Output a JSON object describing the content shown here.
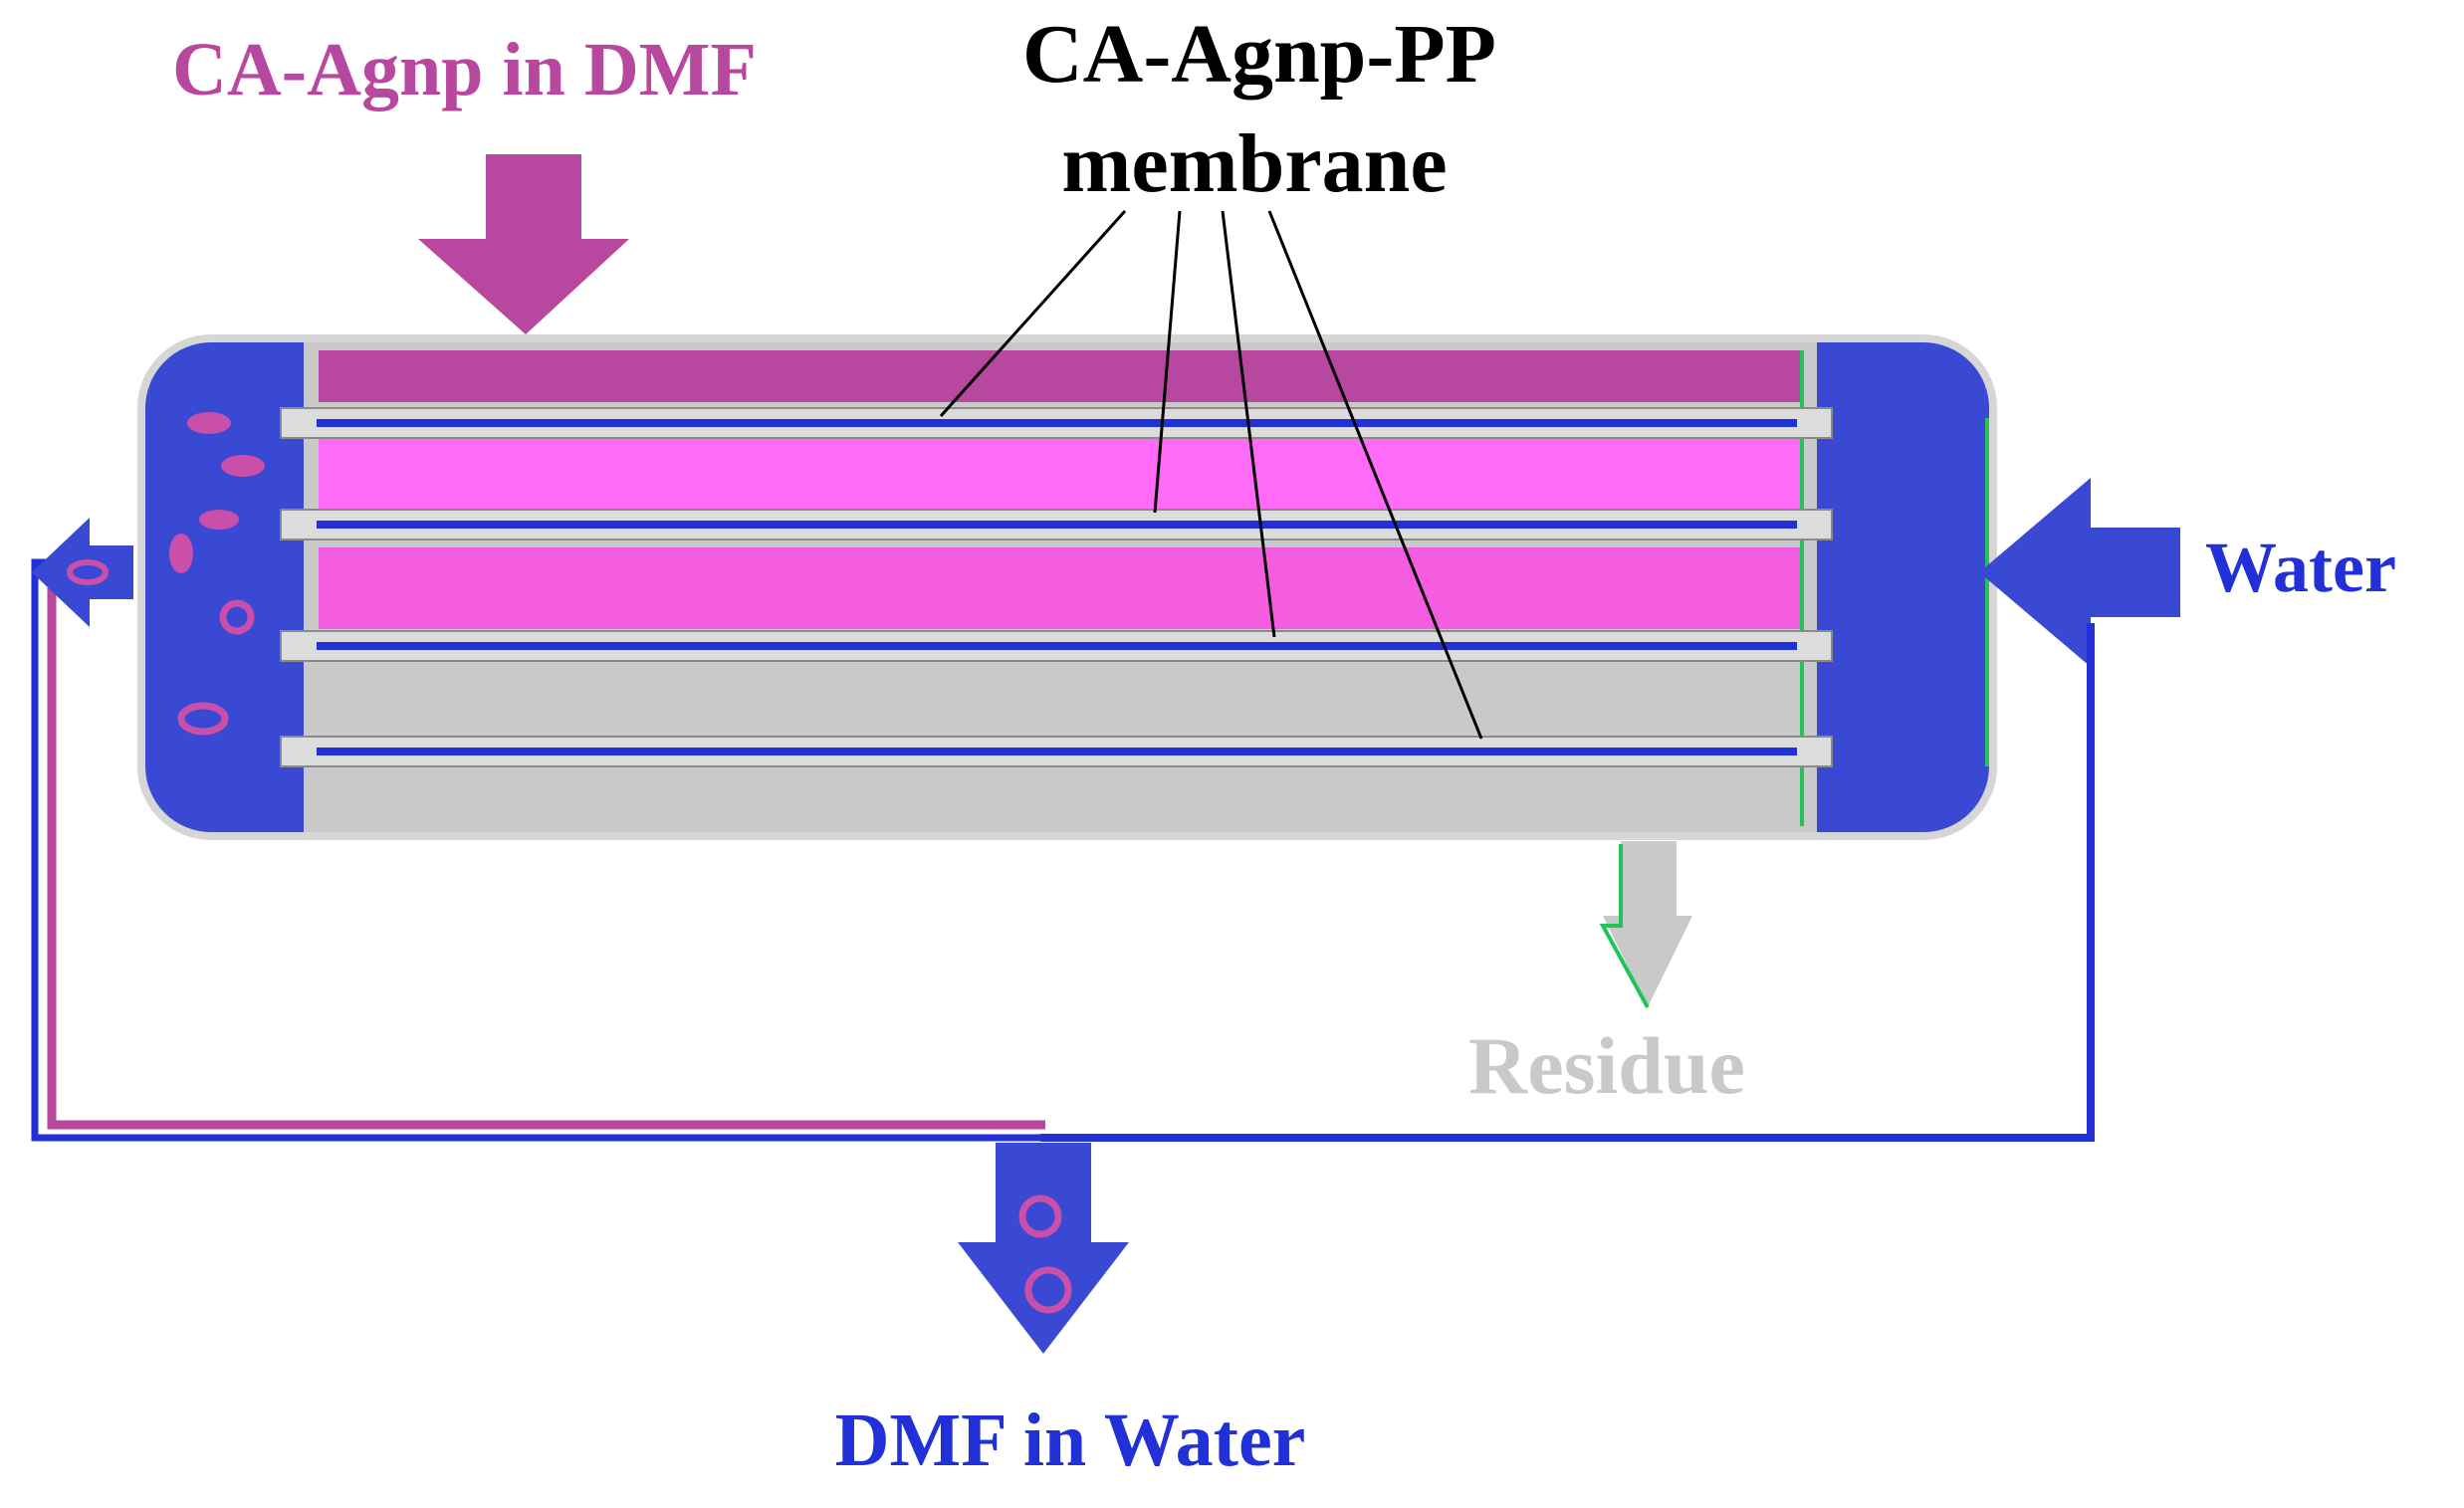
{
  "labels": {
    "inlet": "CA-Agnp in DMF",
    "membrane_line1": "CA-Agnp-PP",
    "membrane_line2": "membrane",
    "water": "Water",
    "residue": "Residue",
    "outlet": "DMF in Water"
  },
  "colors": {
    "inlet_magenta": "#b8479f",
    "solution_pink": "#ff6af6",
    "solution_pink_lower": "#f55de0",
    "water_blue": "#3a49d4",
    "line_blue": "#2230d8",
    "residue_gray": "#c9c9c9",
    "outline_gray": "#d6d6d6",
    "green_edge": "#22c45a",
    "text_black": "#000000"
  },
  "icons": {
    "inlet_arrow": "down-arrow-icon",
    "water_arrow": "left-arrow-icon",
    "residue_arrow": "down-arrow-icon",
    "outlet_arrow": "down-arrow-icon",
    "recycle_arrow": "left-arrow-icon"
  }
}
